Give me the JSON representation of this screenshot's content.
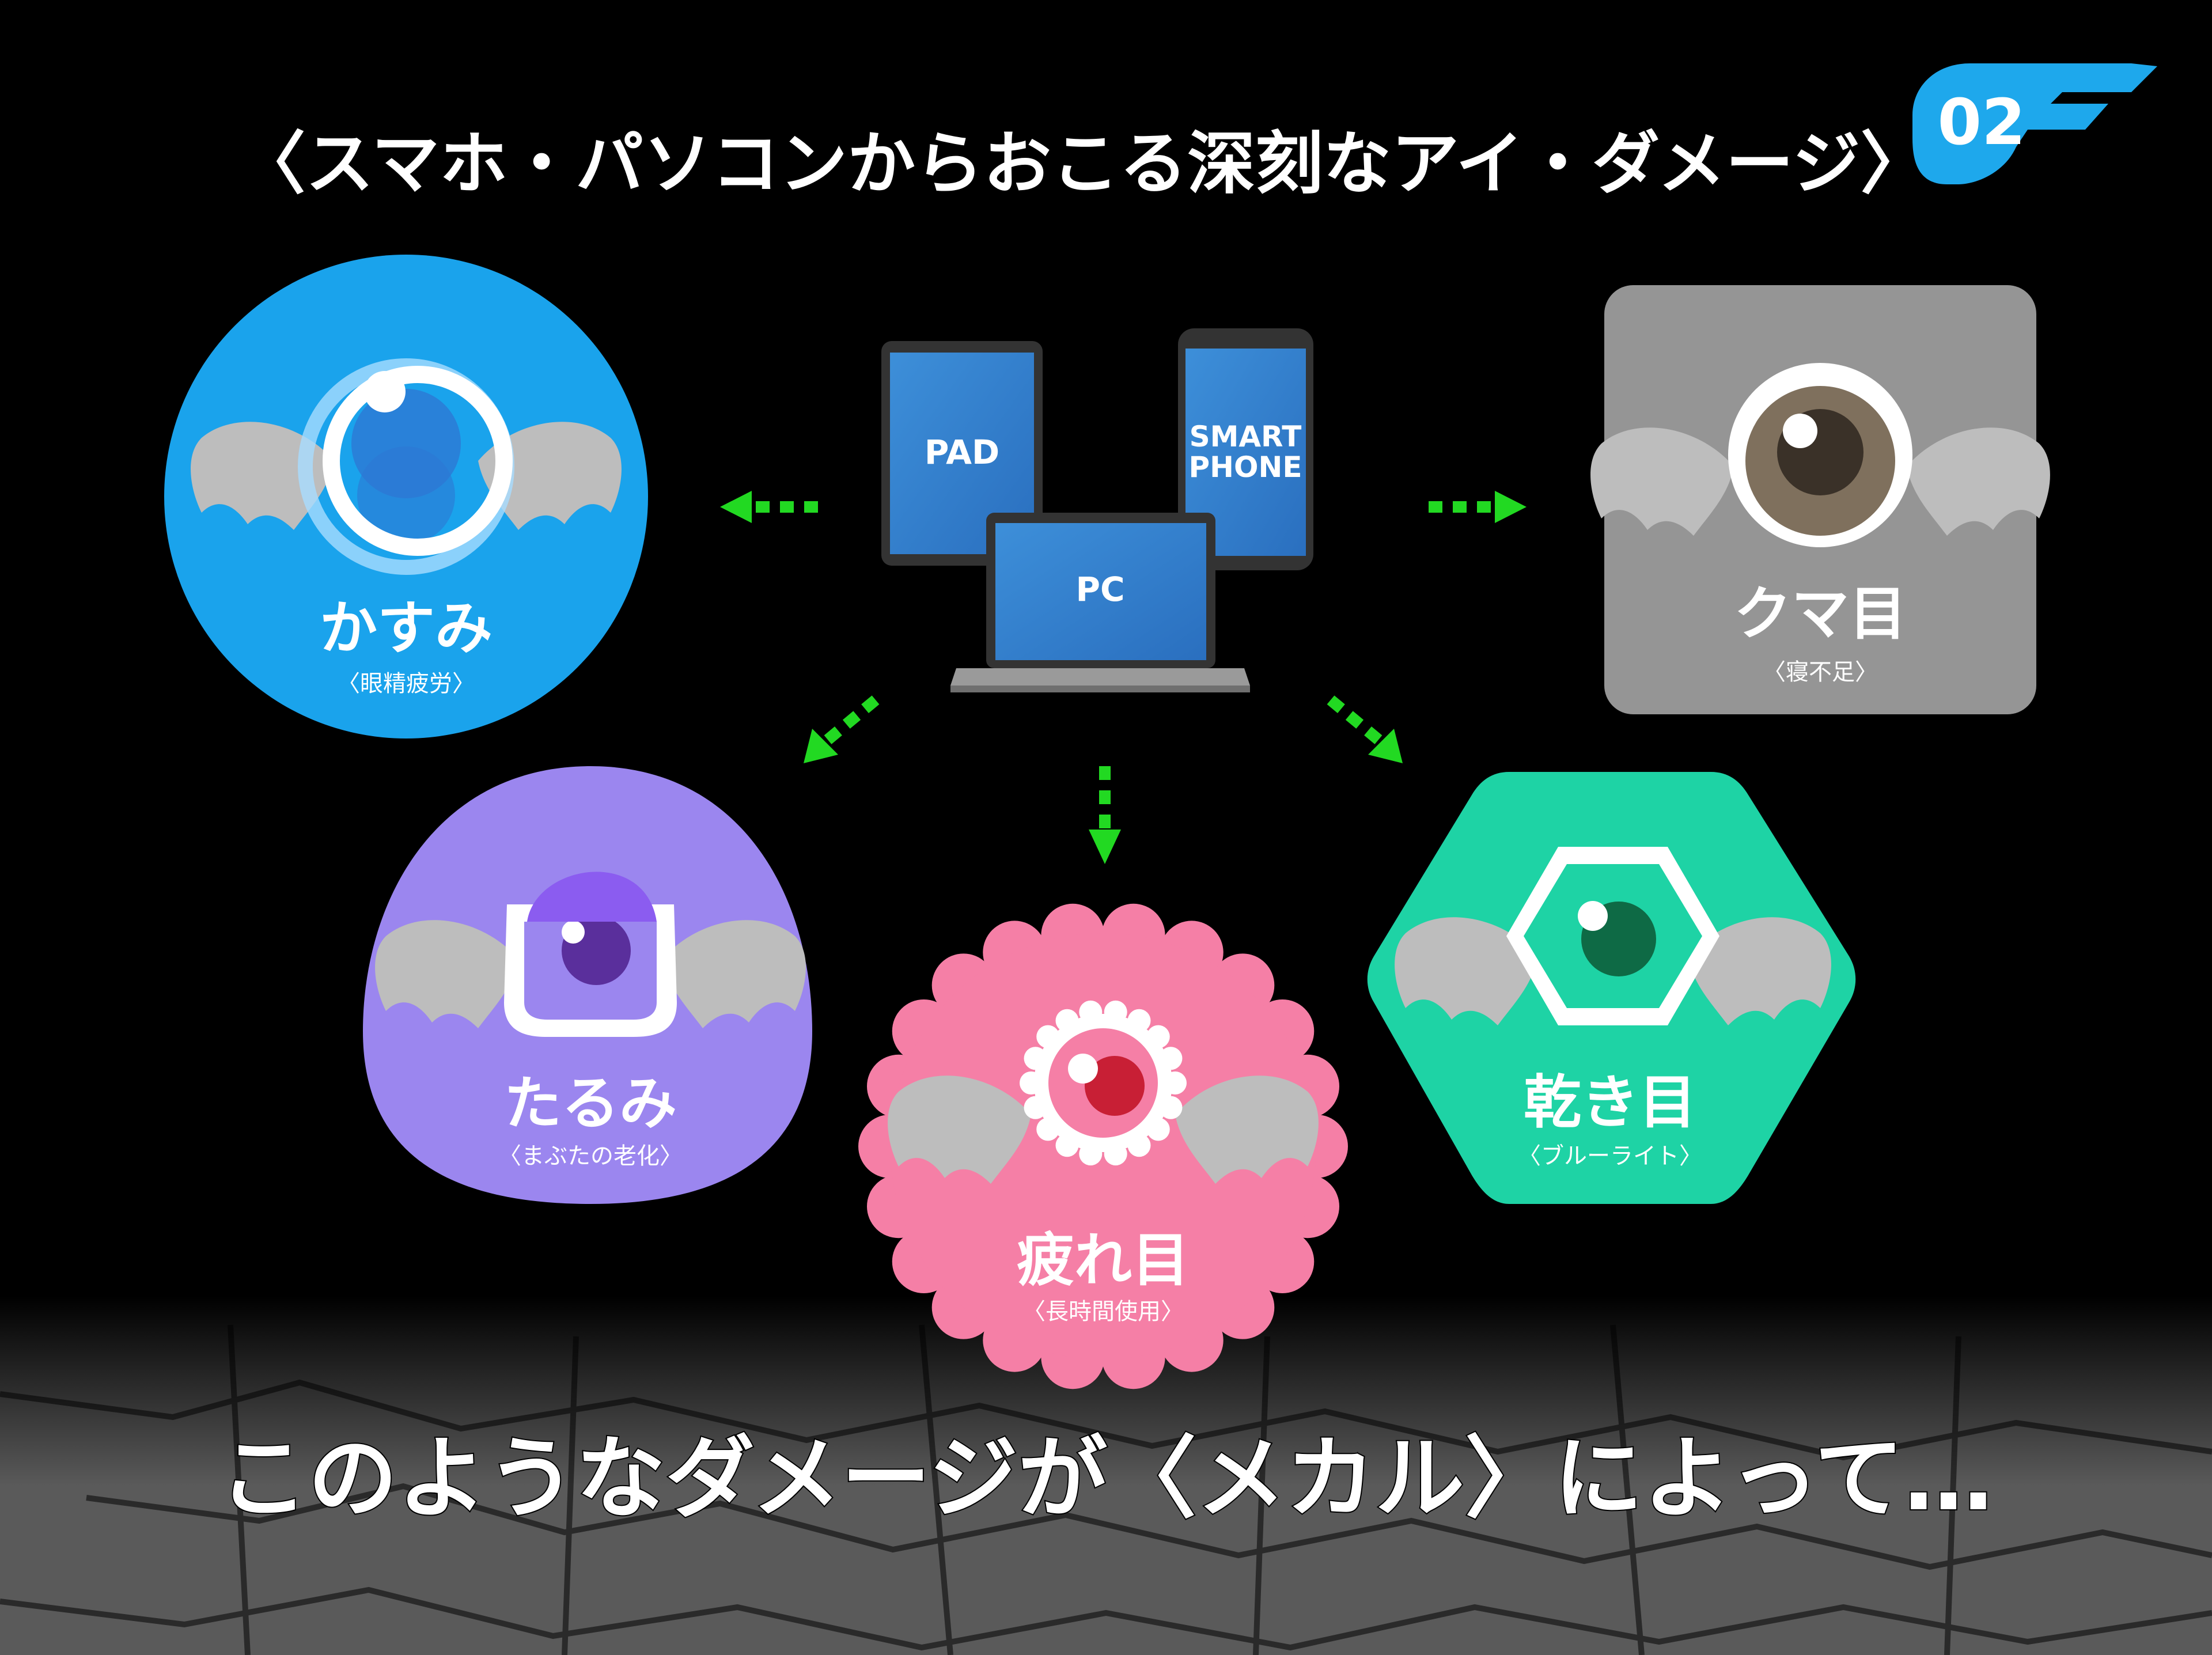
{
  "slide": {
    "number": "02",
    "title": "〈スマホ・パソコンからおこる深刻なアイ・ダメージ〉",
    "bottom_caption": "このようなダメージが〈メカル〉によって…"
  },
  "devices": {
    "pad_label": "PAD",
    "smartphone_line1": "SMART",
    "smartphone_line2": "PHONE",
    "pc_label": "PC"
  },
  "badges": [
    {
      "id": "kasumi",
      "name": "かすみ",
      "cause": "〈眼精疲労〉",
      "color": "#1aa3ec",
      "shape": "circle"
    },
    {
      "id": "kuma",
      "name": "クマ目",
      "cause": "〈寝不足〉",
      "color": "#959595",
      "shape": "rounded-square"
    },
    {
      "id": "tarumi",
      "name": "たるみ",
      "cause": "〈まぶたの老化〉",
      "color": "#9b86ef",
      "shape": "blob"
    },
    {
      "id": "tsukare",
      "name": "疲れ目",
      "cause": "〈長時間使用〉",
      "color": "#f57fa6",
      "shape": "scalloped"
    },
    {
      "id": "kawaki",
      "name": "乾き目",
      "cause": "〈ブルーライト〉",
      "color": "#1ed3a5",
      "shape": "hexagon"
    }
  ],
  "colors": {
    "background": "#000000",
    "arrow": "#22d922",
    "number_badge": "#1ea8ec",
    "wing": "#bdbdbd",
    "text": "#ffffff"
  }
}
